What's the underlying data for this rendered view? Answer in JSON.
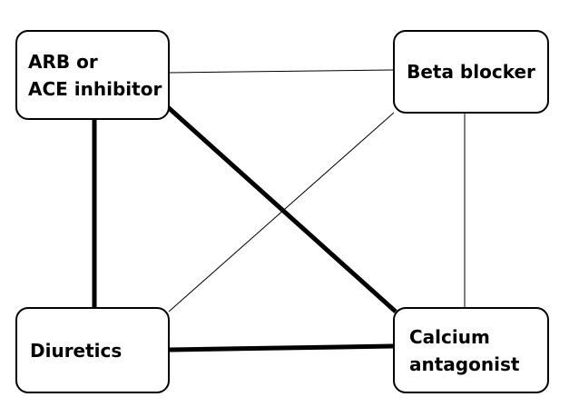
{
  "diagram": {
    "nodes": [
      {
        "id": "arb",
        "label": "ARB or\nACE inhibitor"
      },
      {
        "id": "beta",
        "label": "Beta blocker"
      },
      {
        "id": "diuretics",
        "label": "Diuretics"
      },
      {
        "id": "calcium",
        "label": "Calcium\nantagonist"
      }
    ],
    "edges": [
      {
        "from": "arb",
        "to": "beta",
        "strength": "weak"
      },
      {
        "from": "arb",
        "to": "diuretics",
        "strength": "strong"
      },
      {
        "from": "arb",
        "to": "calcium",
        "strength": "strong"
      },
      {
        "from": "beta",
        "to": "diuretics",
        "strength": "weak"
      },
      {
        "from": "beta",
        "to": "calcium",
        "strength": "weak"
      },
      {
        "from": "diuretics",
        "to": "calcium",
        "strength": "strong"
      }
    ],
    "colors": {
      "line": "#000000",
      "box_border": "#000000",
      "background": "#ffffff"
    }
  }
}
